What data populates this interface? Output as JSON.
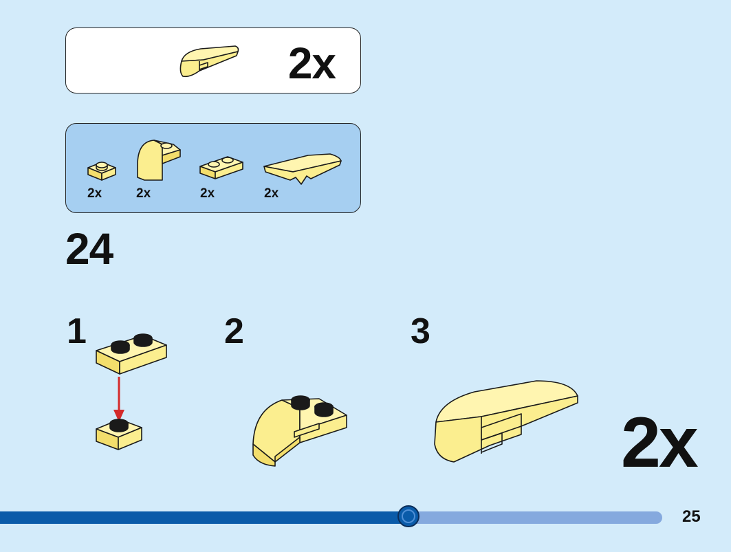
{
  "callout": {
    "quantity": "2x"
  },
  "parts_list": [
    {
      "name": "plate-1x1",
      "quantity": "2x"
    },
    {
      "name": "slope-curved",
      "quantity": "2x"
    },
    {
      "name": "plate-1x2",
      "quantity": "2x"
    },
    {
      "name": "slope-wedge",
      "quantity": "2x"
    }
  ],
  "step": {
    "number": "24",
    "substeps": [
      "1",
      "2",
      "3"
    ],
    "repeat_quantity": "2x"
  },
  "page": {
    "number": "25"
  },
  "progress": {
    "fraction": 0.617
  },
  "colors": {
    "background": "#d3ebfa",
    "brick": "#fbee8f",
    "brick_top": "#fff5b0",
    "brick_side": "#f3de6c",
    "arrow": "#d42a2a",
    "progress_done": "#0a5ba9",
    "progress_remaining": "#85a9de"
  },
  "icons": [
    "yellow-wedge-brick",
    "yellow-plate-1x1",
    "yellow-plate-1x2",
    "yellow-curved-slope",
    "red-arrow-down"
  ]
}
